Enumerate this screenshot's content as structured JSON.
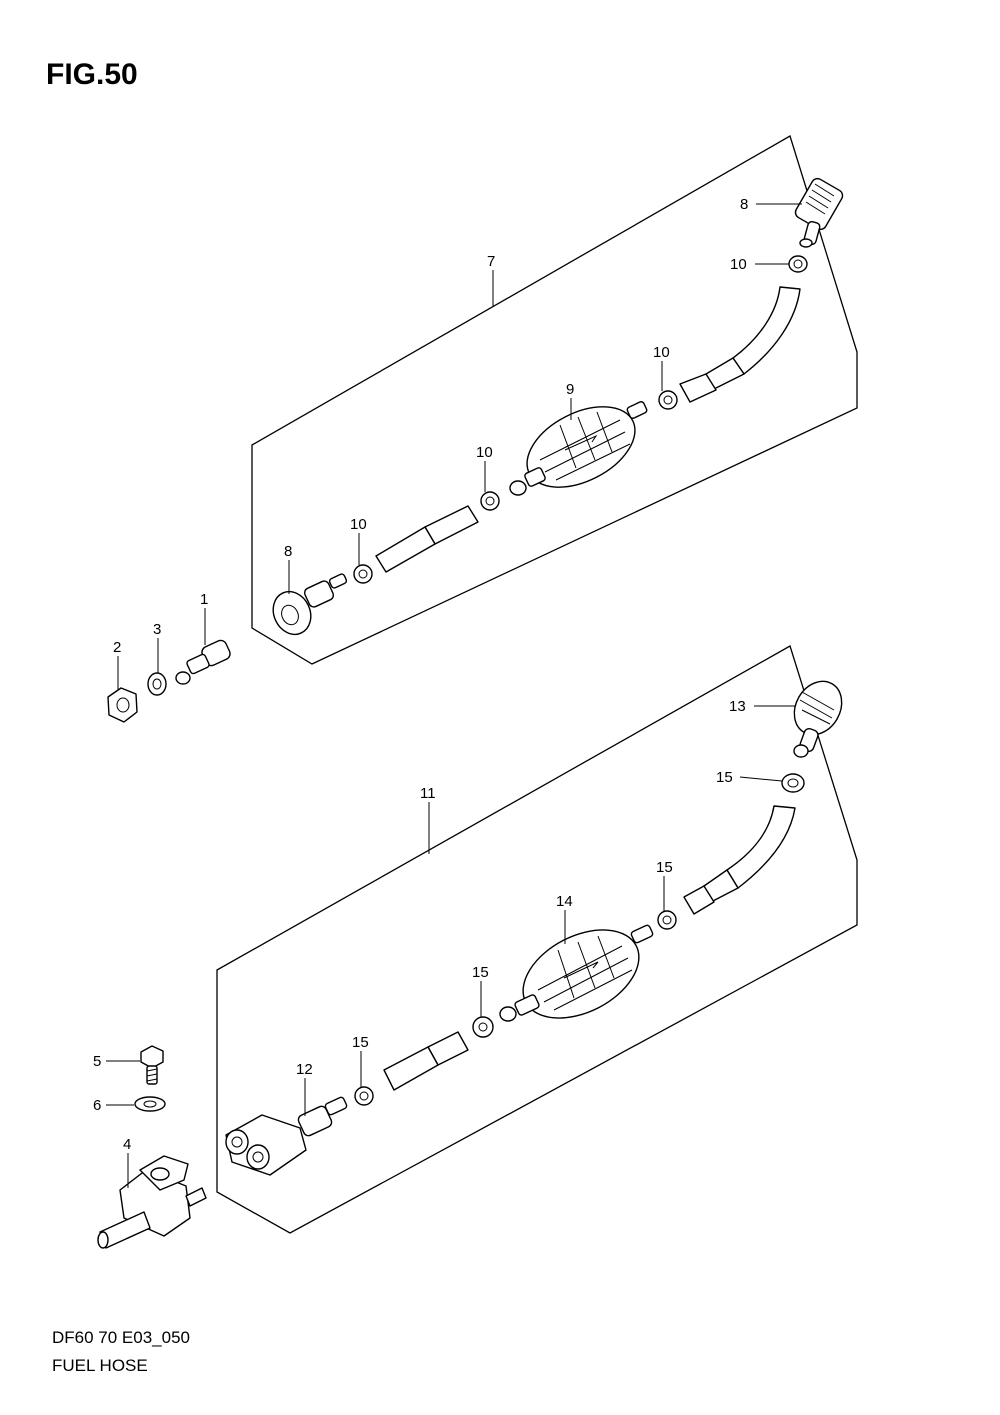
{
  "figure": {
    "title": "FIG.50"
  },
  "footer": {
    "code": "DF60 70 E03_050",
    "name": "FUEL HOSE"
  },
  "callouts": {
    "c1": "1",
    "c2": "2",
    "c3": "3",
    "c4": "4",
    "c5": "5",
    "c6": "6",
    "c7": "7",
    "c8a": "8",
    "c8b": "8",
    "c9": "9",
    "c10a": "10",
    "c10b": "10",
    "c10c": "10",
    "c10d": "10",
    "c11": "11",
    "c12": "12",
    "c13": "13",
    "c14": "14",
    "c15a": "15",
    "c15b": "15",
    "c15c": "15",
    "c15d": "15"
  }
}
